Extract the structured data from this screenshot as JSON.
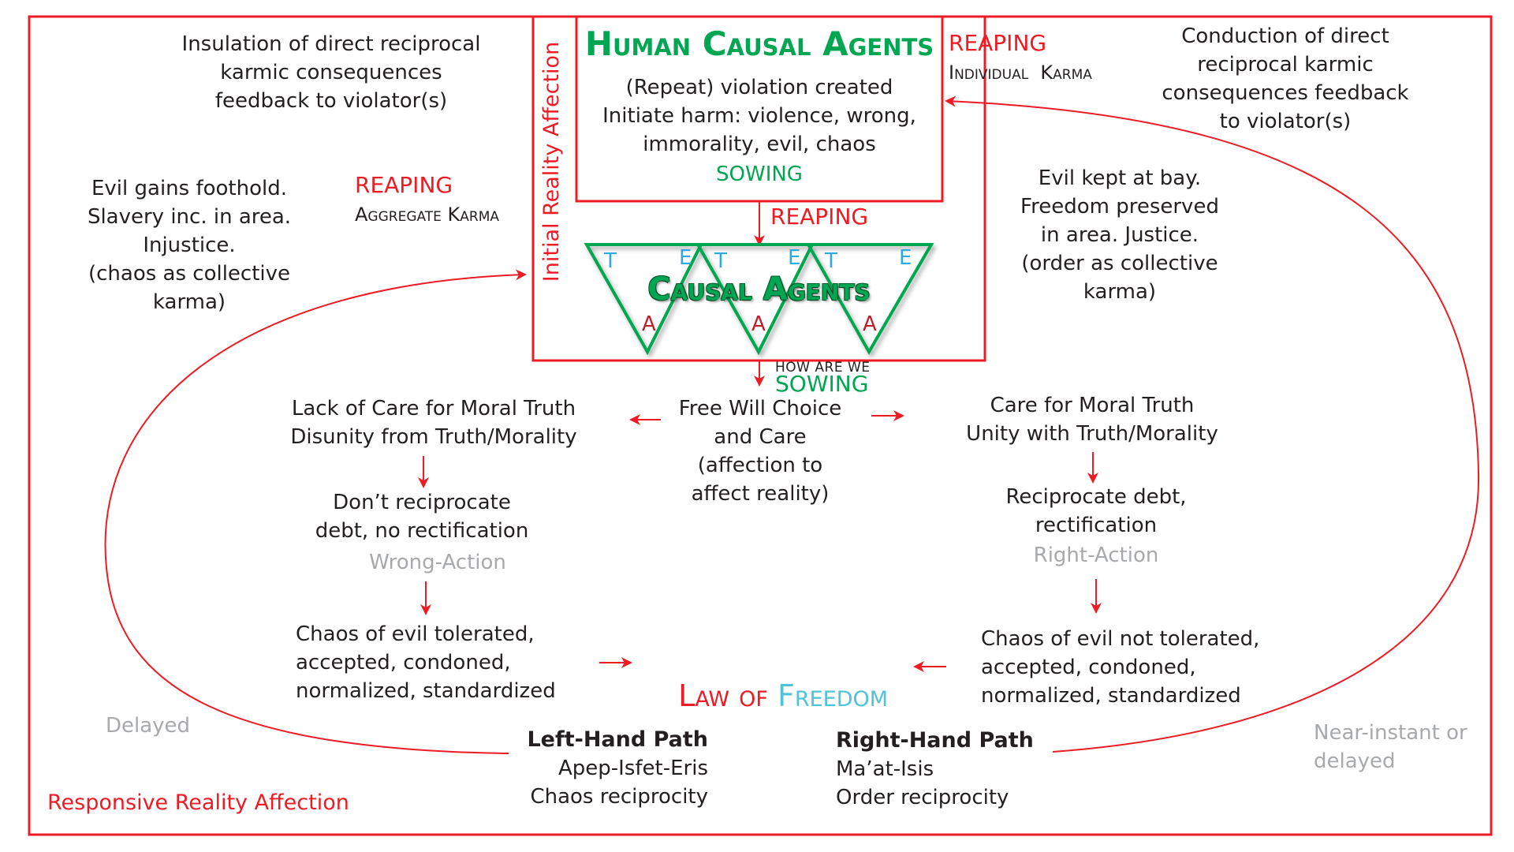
{
  "colors": {
    "frame": "#ed1c24",
    "sowing": "#00a651",
    "reaping": "#ed1c24",
    "truth_T": "#29abe2",
    "ethics_E": "#29abe2",
    "action_A": "#be1e2d",
    "freedom": "#4ec3d9",
    "muted": "#a7a9ac",
    "body": "#231f20"
  },
  "center_box": {
    "title": "Human Causal Agents",
    "lines": "(Repeat) violation created\nInitiate harm: violence, wrong,\nimmorality, evil, chaos",
    "sowing": "SOWING"
  },
  "side_label_vertical": "Initial Reality Affection",
  "reaping_center": "REAPING",
  "causal_agents": {
    "label": "Causal Agents",
    "triangles": [
      {
        "top_left": "T",
        "top_right": "E",
        "bottom": "A"
      },
      {
        "top_left": "T",
        "top_right": "E",
        "bottom": "A"
      },
      {
        "top_left": "T",
        "top_right": "E",
        "bottom": "A"
      }
    ]
  },
  "how_are_we": "HOW ARE WE",
  "how_sowing": "SOWING",
  "top_left": {
    "insulation": "Insulation of direct reciprocal\nkarmic consequences\nfeedback to violator(s)",
    "evil_gains": "Evil gains foothold.\nSlavery inc. in area.\nInjustice.\n(chaos as collective\nkarma)",
    "reaping": "REAPING",
    "aggregate_karma": "Aggregate Karma"
  },
  "top_right": {
    "reaping": "REAPING",
    "individual_karma": "Individual  Karma",
    "conduction": "Conduction of direct\nreciprocal karmic\nconsequences feedback\nto violator(s)",
    "evil_kept": "Evil kept at bay.\nFreedom preserved\nin area. Justice.\n(order as collective\nkarma)"
  },
  "middle": {
    "free_will": "Free Will Choice\nand Care\n(affection to\naffect reality)",
    "left_care": "Lack of Care for Moral Truth\nDisunity from Truth/Morality",
    "right_care": "Care for Moral Truth\nUnity with Truth/Morality",
    "left_debt": "Don’t reciprocate\ndebt, no rectification",
    "right_debt": "Reciprocate debt,\nrectification",
    "wrong_action": "Wrong-Action",
    "right_action": "Right-Action",
    "left_chaos": "Chaos of evil tolerated,\naccepted, condoned,\nnormalized, standardized",
    "right_chaos": "Chaos of evil not tolerated,\naccepted, condoned,\nnormalized, standardized",
    "law_of": "Law of ",
    "freedom": "Freedom"
  },
  "bottom": {
    "left_path_title": "Left-Hand Path",
    "left_path_lines": "Apep-Isfet-Eris\nChaos reciprocity",
    "right_path_title": "Right-Hand Path",
    "right_path_lines": "Ma’at-Isis\nOrder reciprocity",
    "delayed": "Delayed",
    "near_instant": "Near-instant or\ndelayed",
    "responsive": "Responsive Reality Affection"
  }
}
